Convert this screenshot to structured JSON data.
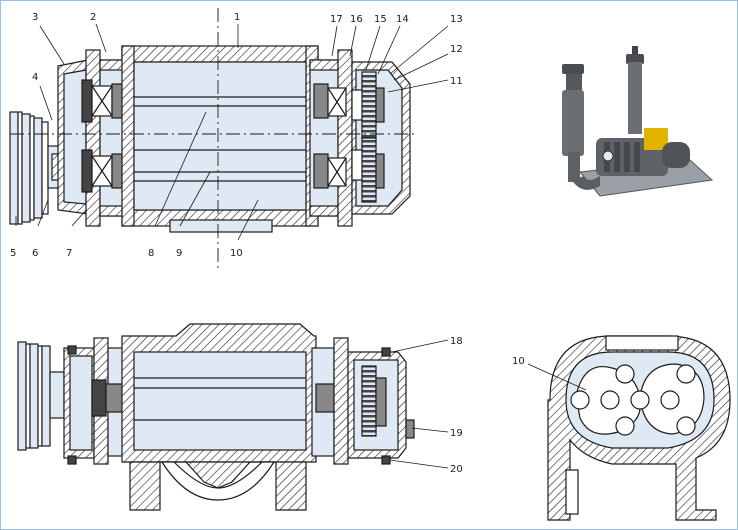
{
  "colors": {
    "fill": "#dfe9f3",
    "stroke": "#1c1c1c",
    "hatch": "#333333",
    "machine_body": "#6b6f73",
    "machine_accent": "#e2b400",
    "border": "#9bbfe0"
  },
  "labels": {
    "n1": "1",
    "n2": "2",
    "n3": "3",
    "n4": "4",
    "n5": "5",
    "n6": "6",
    "n7": "7",
    "n8": "8",
    "n9": "9",
    "n10": "10",
    "n11": "11",
    "n12": "12",
    "n13": "13",
    "n14": "14",
    "n15": "15",
    "n16": "16",
    "n17": "17",
    "n18": "18",
    "n19": "19",
    "n20": "20",
    "n10b": "10"
  }
}
